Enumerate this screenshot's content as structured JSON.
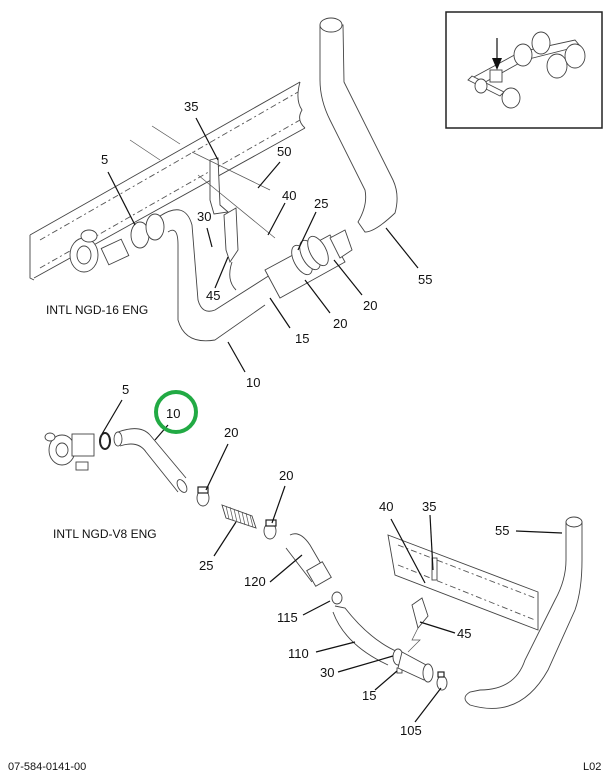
{
  "document": {
    "figure_number": "07-584-0141-00",
    "sheet_code": "L02"
  },
  "views": {
    "upper": {
      "caption": "INTL NGD-16 ENG",
      "callouts": [
        "5",
        "35",
        "50",
        "40",
        "30",
        "45",
        "25",
        "55",
        "20",
        "20",
        "15",
        "10"
      ]
    },
    "lower": {
      "caption": "INTL NGD-V8 ENG",
      "callouts": [
        "5",
        "10",
        "20",
        "20",
        "25",
        "120",
        "40",
        "35",
        "55",
        "115",
        "45",
        "110",
        "30",
        "15",
        "105"
      ]
    }
  },
  "highlight": {
    "callout": "10",
    "color": "#22aa44"
  },
  "locator_inset": {
    "description": "truck chassis locator with arrow",
    "arrow_icon": "down-arrow-icon"
  }
}
